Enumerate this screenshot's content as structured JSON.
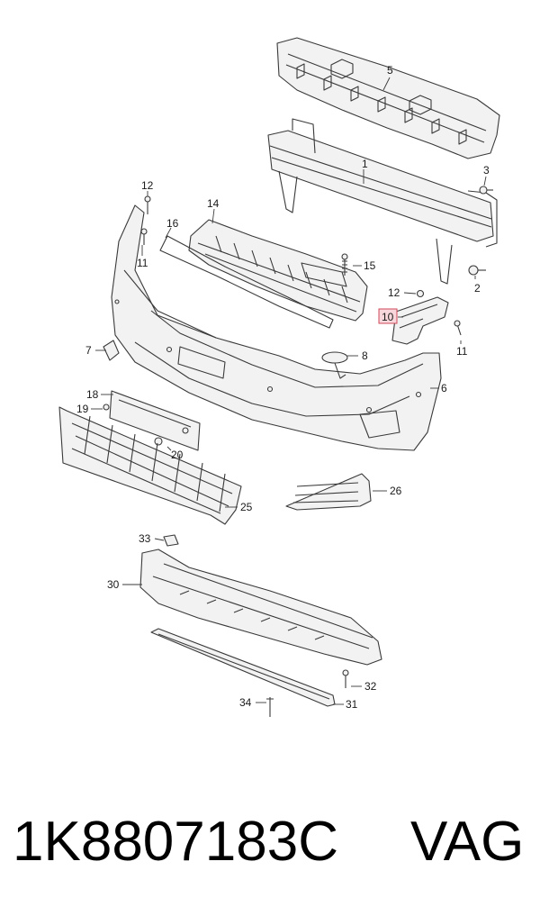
{
  "diagram": {
    "callouts": [
      "5",
      "1",
      "3",
      "12",
      "11",
      "14",
      "16",
      "15",
      "2",
      "12",
      "10",
      "11",
      "7",
      "8",
      "6",
      "18",
      "19",
      "20",
      "25",
      "26",
      "33",
      "30",
      "32",
      "34",
      "31"
    ],
    "highlighted_callout": "10"
  },
  "footer": {
    "part_number": "1K8807183C",
    "brand": "VAG"
  }
}
